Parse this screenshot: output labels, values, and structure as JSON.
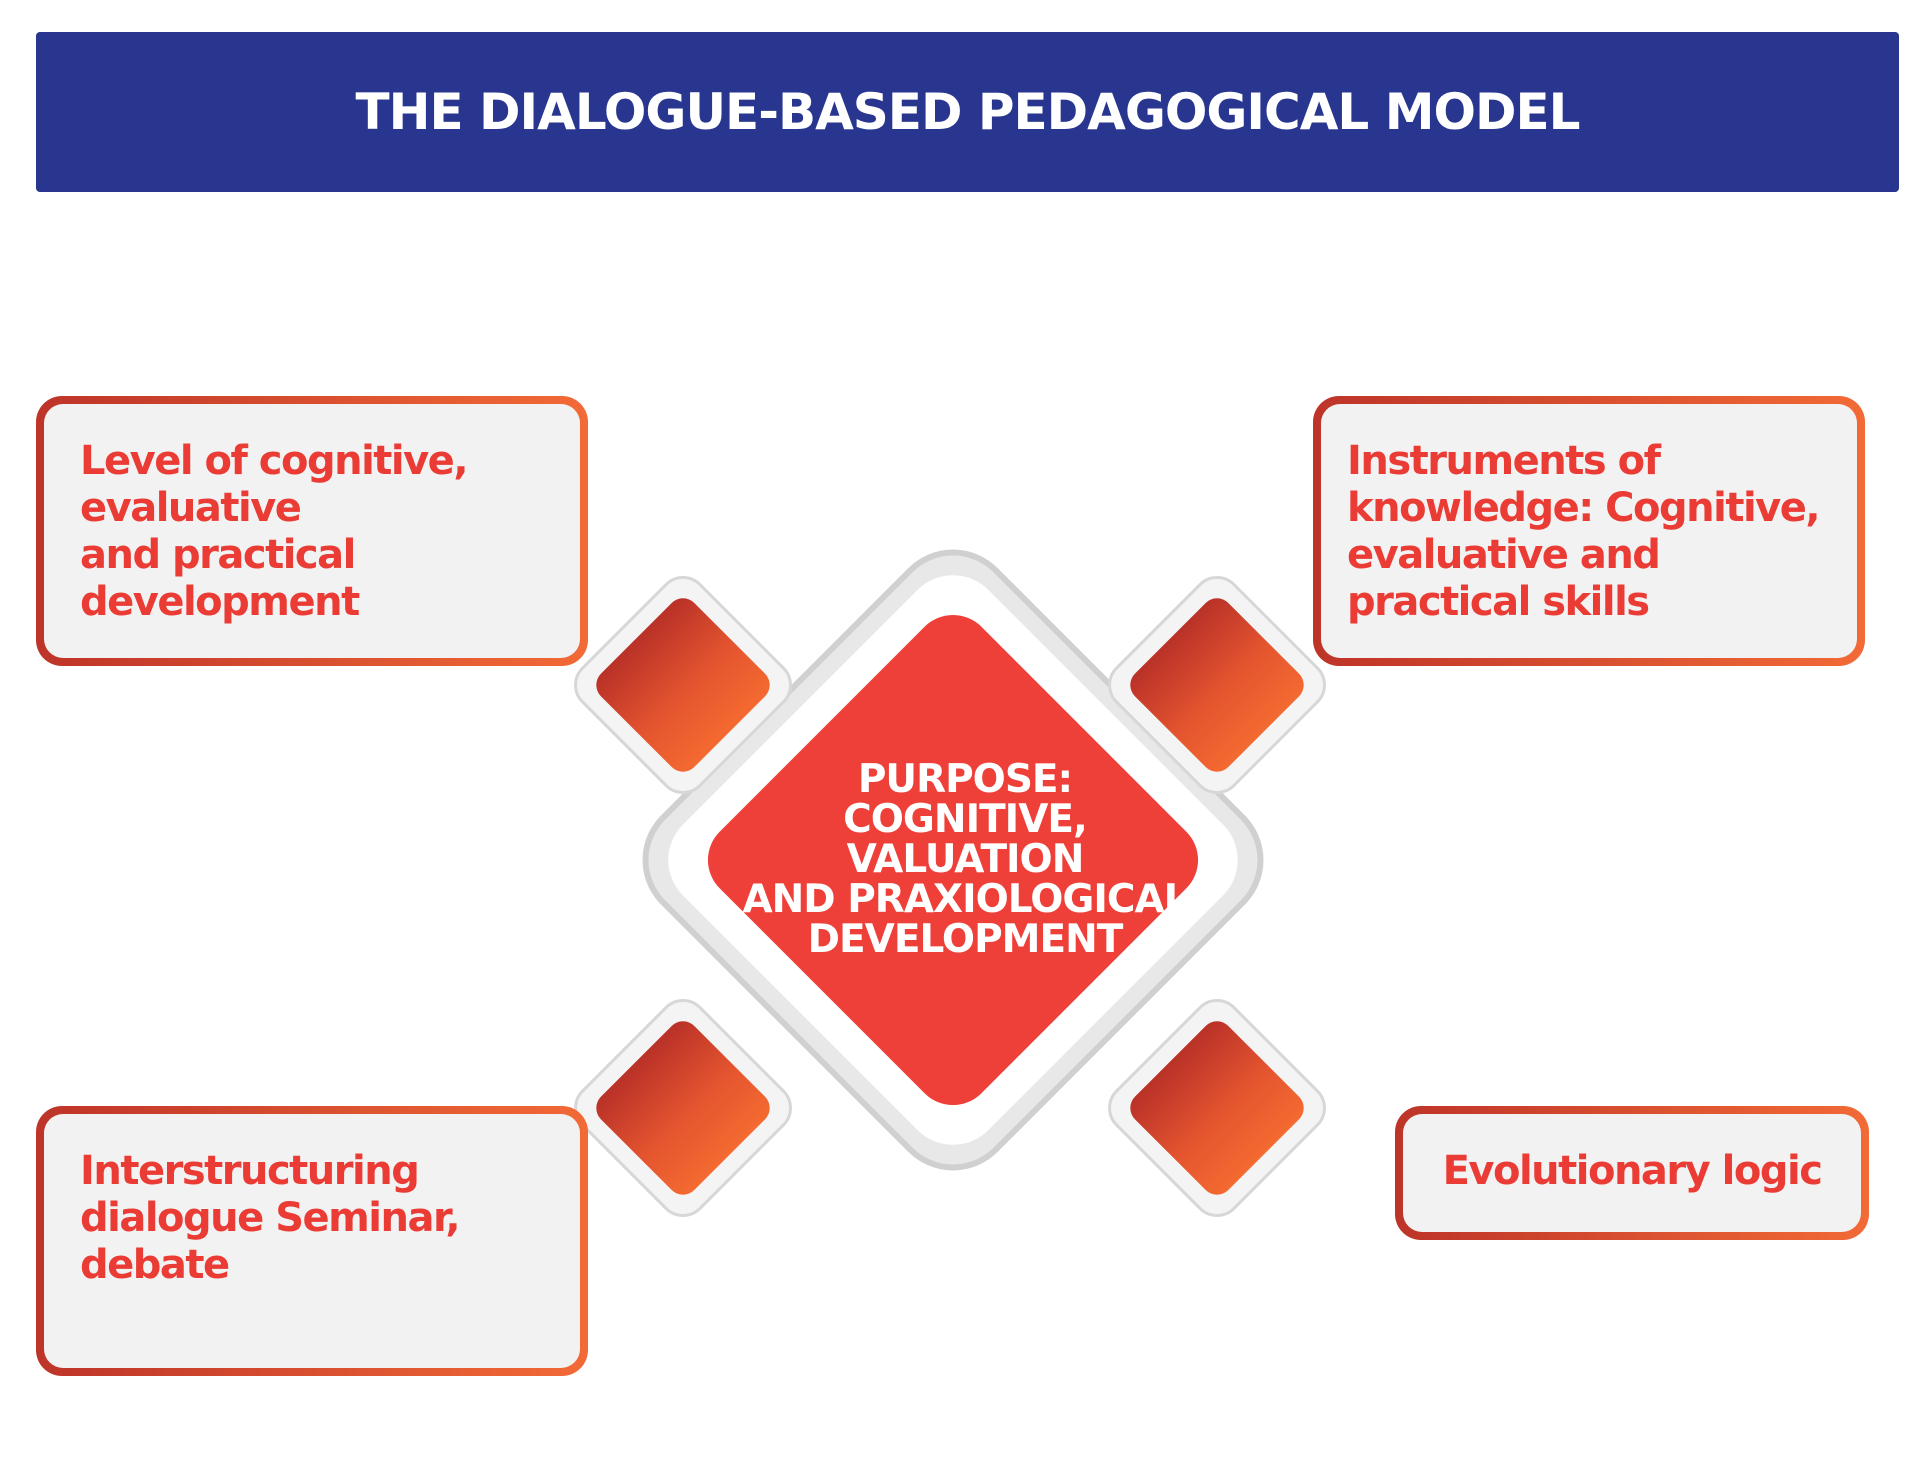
{
  "header": {
    "title": "THE DIALOGUE-BASED PEDAGOGICAL MODEL"
  },
  "center": {
    "text": "PURPOSE:\nCOGNITIVE,\nVALUATION\nAND PRAXIOLOGICAL\nDEVELOPMENT"
  },
  "boxes": {
    "top_left": "Level of cognitive,\nevaluative\nand practical\ndevelopment",
    "top_right": "Instruments of\nknowledge: Cognitive,\nevaluative and\npractical skills",
    "bottom_left": "Interstructuring\ndialogue Seminar,\ndebate",
    "bottom_right": "Evolutionary logic"
  },
  "colors": {
    "header": "#28368f",
    "accent_red": "#ea3c35",
    "gradient_dark": "#bd3429",
    "gradient_light": "#f26a36",
    "box_fill": "#f2f2f2",
    "diamond_outline": "#d3d3d3"
  }
}
